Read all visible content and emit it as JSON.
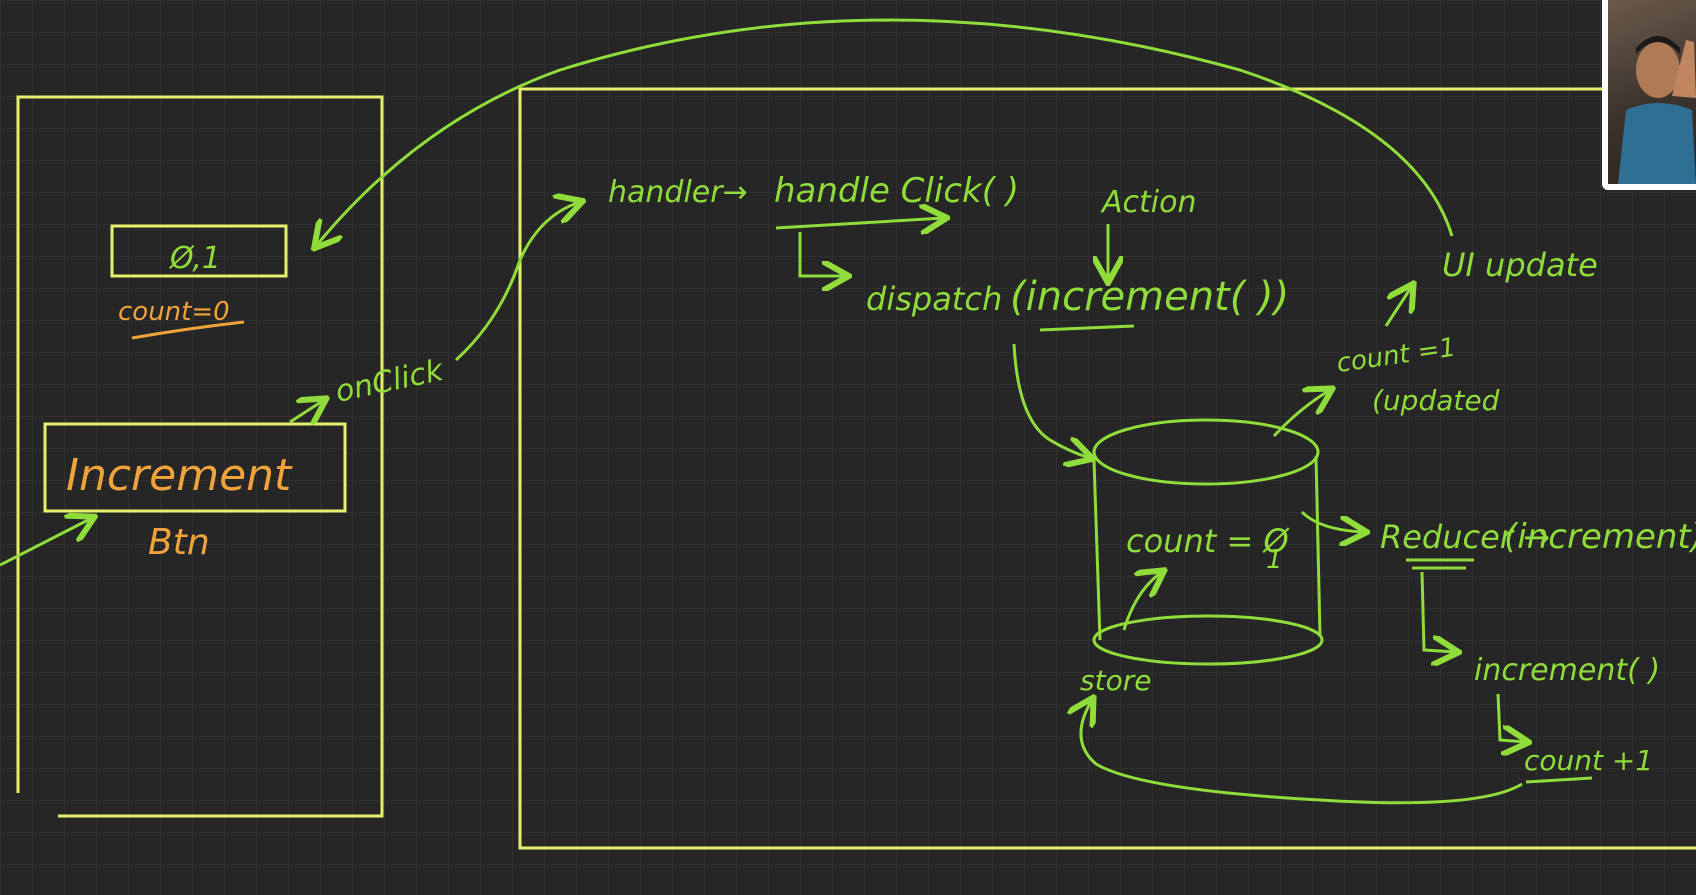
{
  "ui_component": {
    "display_value": "Ø,1",
    "state_label": "count=0",
    "button_label": "Increment",
    "button_caption": "Btn",
    "event_label": "onClick"
  },
  "flow": {
    "handler_label": "handler→",
    "handler_fn": "handle Click( )",
    "dispatch_label": "dispatch",
    "action_call": "(increment( ))",
    "action_tag": "Action",
    "store_value": "count = Ø",
    "store_value_new": "1",
    "store_label": "store",
    "updated_value": "count =1",
    "updated_note": "(updated",
    "ui_update": "UI update",
    "reducer_label": "Reducer →",
    "reducer_arg": "(increment)",
    "reducer_fn": "increment( )",
    "reducer_op": "count +1"
  },
  "colors": {
    "green": "#8fdc3a",
    "orange": "#f0a33a",
    "box_yellow": "#e6f06a",
    "background": "#262626"
  }
}
